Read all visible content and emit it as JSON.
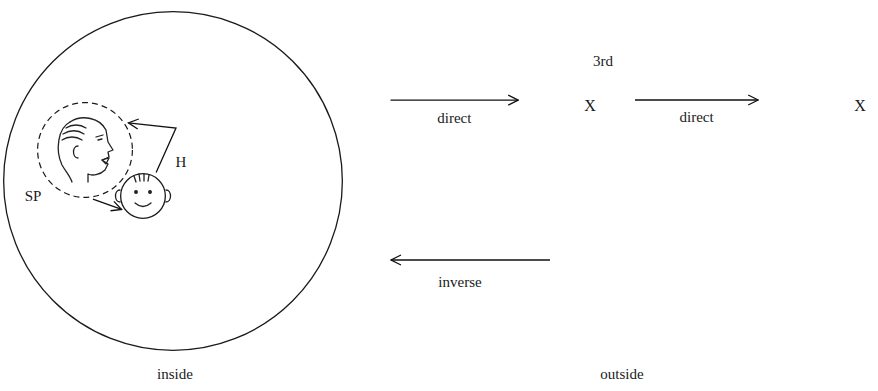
{
  "diagram": {
    "nodes": [
      {
        "text": [
          "inside"
        ]
      },
      {
        "text": [
          "SP"
        ],
        "in": 0
      },
      {
        "text": [
          "H"
        ],
        "in": 0
      },
      {
        "text": [
          "3rd",
          "X"
        ]
      },
      {
        "text": [
          "X"
        ]
      }
    ],
    "edges": [
      {
        "from": 0,
        "to": 3,
        "arrow": "to",
        "label": "direct"
      },
      {
        "from": 3,
        "to": 4,
        "arrow": "to",
        "label": "direct"
      },
      {
        "from": 1,
        "to": 2,
        "arrow": "to"
      },
      {
        "from": 2,
        "to": 1,
        "arrow": "to"
      }
    ],
    "labels": [
      "inverse",
      "outside"
    ]
  }
}
